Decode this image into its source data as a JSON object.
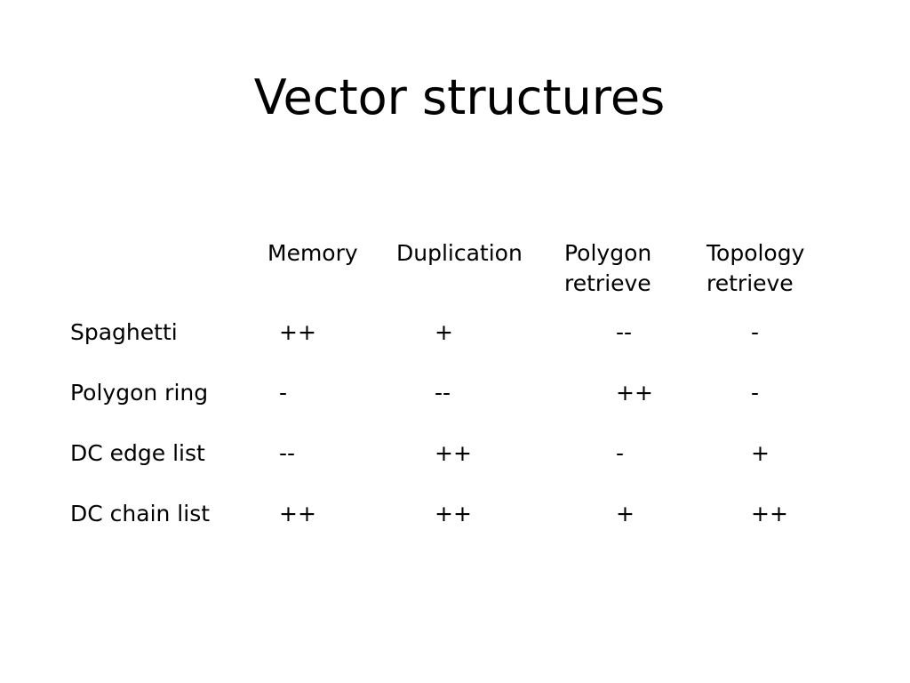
{
  "slide": {
    "title": "Vector structures"
  },
  "table": {
    "headers": [
      {
        "line1": "Memory",
        "line2": ""
      },
      {
        "line1": "Duplication",
        "line2": ""
      },
      {
        "line1": "Polygon",
        "line2": "retrieve"
      },
      {
        "line1": "Topology",
        "line2": "retrieve"
      }
    ],
    "rows": [
      {
        "label": "Spaghetti",
        "cells": [
          "++",
          "+",
          "--",
          "-"
        ]
      },
      {
        "label": "Polygon ring",
        "cells": [
          "-",
          "--",
          "++",
          "-"
        ]
      },
      {
        "label": "DC edge list",
        "cells": [
          "--",
          "++",
          "-",
          "+"
        ]
      },
      {
        "label": "DC chain list",
        "cells": [
          "++",
          "++",
          "+",
          "++"
        ]
      }
    ]
  }
}
